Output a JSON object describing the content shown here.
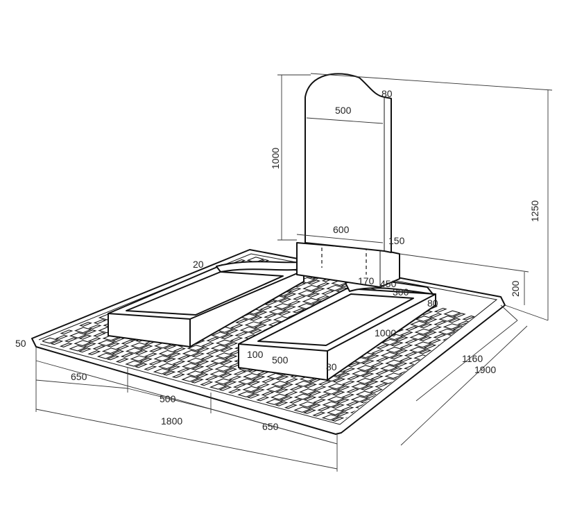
{
  "dimensions": {
    "width_total": "1800",
    "length_total": "1900",
    "left_section": "650",
    "middle_section": "500",
    "right_section": "650",
    "back_depth": "1160",
    "border": "50",
    "total_height": "1250",
    "stela_height": "1000",
    "stela_width_top": "500",
    "stela_thickness": "80",
    "stand_width": "600",
    "stand_depth": "150",
    "stand_height": "200",
    "front_thickness": "20",
    "flowerbed_inner": "170",
    "flowerbed_width": "450",
    "cap_length": "300",
    "flowerbed_side": "80",
    "flowerbed_length": "1000",
    "front_rail": "100",
    "front_width": "500",
    "front_end": "80"
  },
  "colors": {
    "line": "#111111",
    "background": "#ffffff"
  }
}
